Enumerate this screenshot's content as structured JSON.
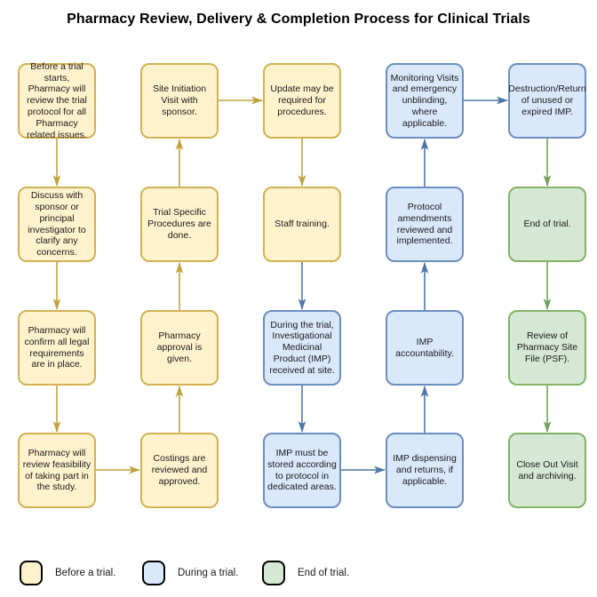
{
  "title": "Pharmacy Review, Delivery & Completion Process for Clinical Trials",
  "colors": {
    "before_fill": "#fff2cc",
    "before_border": "#d2b254",
    "before_arrow": "#c2a33f",
    "during_fill": "#dae8fc",
    "during_border": "#6c8ebf",
    "during_arrow": "#4d77a8",
    "end_fill": "#d5e8d4",
    "end_border": "#82b366",
    "end_arrow": "#6fa35b",
    "text": "#1a1a1a"
  },
  "columns": [
    {
      "nodes": [
        {
          "id": "c1r1",
          "phase": "before",
          "label": "Before a trial starts, Pharmacy will review the trial protocol for all Pharmacy related issues."
        },
        {
          "id": "c1r2",
          "phase": "before",
          "label": "Discuss with sponsor or principal investigator to clarify any concerns."
        },
        {
          "id": "c1r3",
          "phase": "before",
          "label": "Pharmacy will confirm all legal requirements are in place."
        },
        {
          "id": "c1r4",
          "phase": "before",
          "label": "Pharmacy will review feasibility of taking part in the study."
        }
      ]
    },
    {
      "nodes": [
        {
          "id": "c2r1",
          "phase": "before",
          "label": "Site Initiation Visit with sponsor."
        },
        {
          "id": "c2r2",
          "phase": "before",
          "label": "Trial Specific Procedures are done."
        },
        {
          "id": "c2r3",
          "phase": "before",
          "label": "Pharmacy approval is given."
        },
        {
          "id": "c2r4",
          "phase": "before",
          "label": "Costings are reviewed and approved."
        }
      ]
    },
    {
      "nodes": [
        {
          "id": "c3r1",
          "phase": "before",
          "label": "Update may be required for procedures."
        },
        {
          "id": "c3r2",
          "phase": "before",
          "label": "Staff training."
        },
        {
          "id": "c3r3",
          "phase": "during",
          "label": "During the trial, Investigational Medicinal Product (IMP) received at site."
        },
        {
          "id": "c3r4",
          "phase": "during",
          "label": "IMP must be stored according to protocol in dedicated areas."
        }
      ]
    },
    {
      "nodes": [
        {
          "id": "c4r1",
          "phase": "during",
          "label": "Monitoring Visits and emergency unblinding, where applicable."
        },
        {
          "id": "c4r2",
          "phase": "during",
          "label": "Protocol amendments reviewed and implemented."
        },
        {
          "id": "c4r3",
          "phase": "during",
          "label": "IMP accountability."
        },
        {
          "id": "c4r4",
          "phase": "during",
          "label": "IMP dispensing and returns, if applicable."
        }
      ]
    },
    {
      "nodes": [
        {
          "id": "c5r1",
          "phase": "during",
          "label": "Destruction/Return of unused or expired IMP."
        },
        {
          "id": "c5r2",
          "phase": "end",
          "label": "End of trial."
        },
        {
          "id": "c5r3",
          "phase": "end",
          "label": "Review of Pharmacy Site File (PSF)."
        },
        {
          "id": "c5r4",
          "phase": "end",
          "label": "Close Out Visit and archiving."
        }
      ]
    }
  ],
  "edges": [
    {
      "from": "c1r1",
      "to": "c1r2",
      "phase": "before"
    },
    {
      "from": "c1r2",
      "to": "c1r3",
      "phase": "before"
    },
    {
      "from": "c1r3",
      "to": "c1r4",
      "phase": "before"
    },
    {
      "from": "c1r4",
      "to": "c2r4",
      "phase": "before"
    },
    {
      "from": "c2r4",
      "to": "c2r3",
      "phase": "before"
    },
    {
      "from": "c2r3",
      "to": "c2r2",
      "phase": "before"
    },
    {
      "from": "c2r2",
      "to": "c2r1",
      "phase": "before"
    },
    {
      "from": "c2r1",
      "to": "c3r1",
      "phase": "before"
    },
    {
      "from": "c3r1",
      "to": "c3r2",
      "phase": "before"
    },
    {
      "from": "c3r2",
      "to": "c3r3",
      "phase": "during"
    },
    {
      "from": "c3r3",
      "to": "c3r4",
      "phase": "during"
    },
    {
      "from": "c3r4",
      "to": "c4r4",
      "phase": "during"
    },
    {
      "from": "c4r4",
      "to": "c4r3",
      "phase": "during"
    },
    {
      "from": "c4r3",
      "to": "c4r2",
      "phase": "during"
    },
    {
      "from": "c4r2",
      "to": "c4r1",
      "phase": "during"
    },
    {
      "from": "c4r1",
      "to": "c5r1",
      "phase": "during"
    },
    {
      "from": "c5r1",
      "to": "c5r2",
      "phase": "end"
    },
    {
      "from": "c5r2",
      "to": "c5r3",
      "phase": "end"
    },
    {
      "from": "c5r3",
      "to": "c5r4",
      "phase": "end"
    }
  ],
  "legend": [
    {
      "phase": "before",
      "label": "Before a trial."
    },
    {
      "phase": "during",
      "label": "During a trial."
    },
    {
      "phase": "end",
      "label": "End of trial."
    }
  ]
}
